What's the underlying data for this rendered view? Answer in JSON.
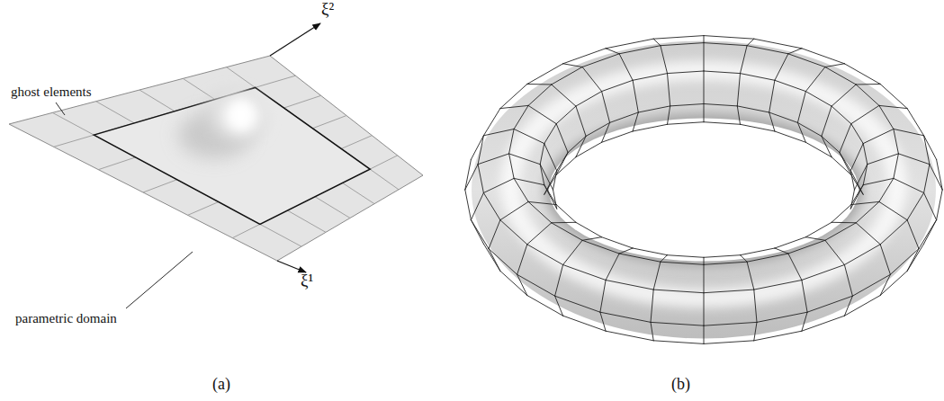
{
  "diagram": {
    "labels": [
      "ghost elements",
      "parametric domain",
      "ξ²",
      "ξ¹",
      "(a)",
      "(b)"
    ]
  }
}
